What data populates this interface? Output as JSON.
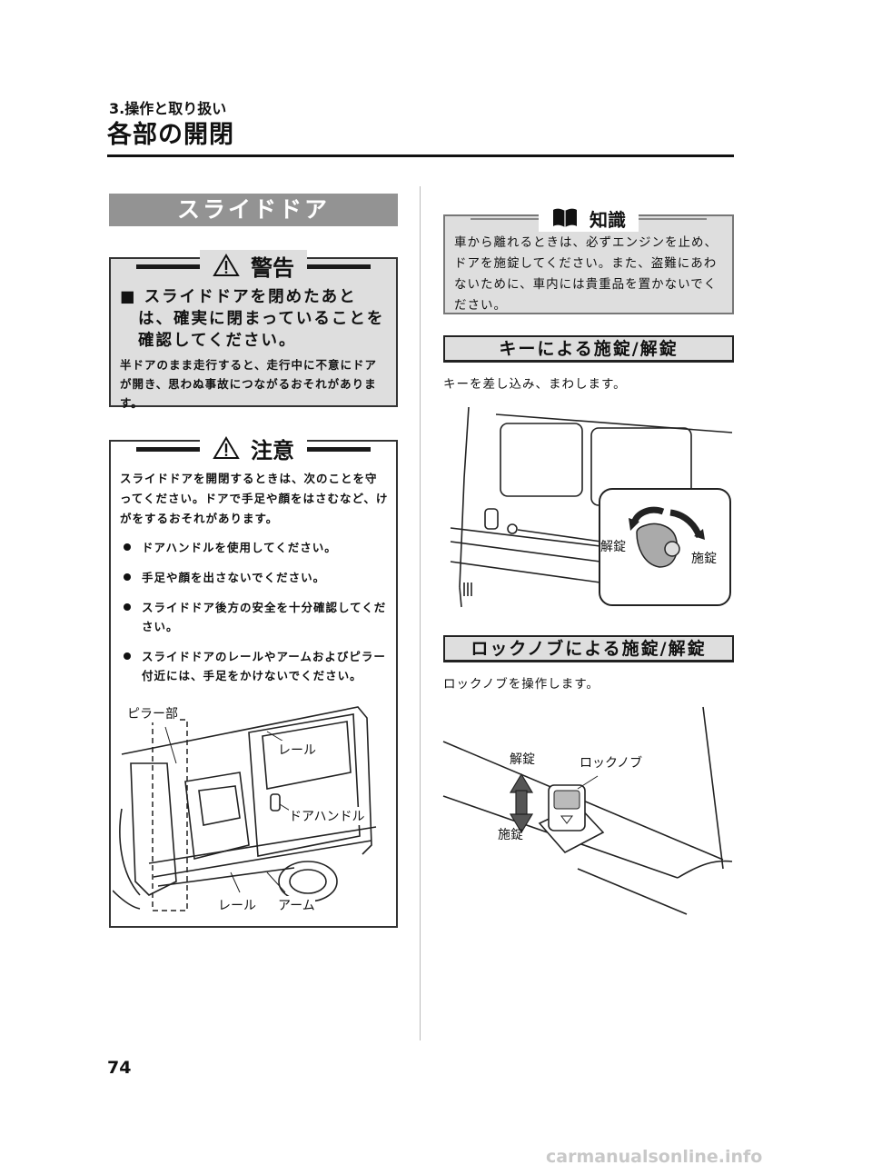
{
  "header": {
    "chapter": "3.操作と取り扱い",
    "section_title": "各部の開閉"
  },
  "slide_door": {
    "banner": "スライドドア",
    "warning": {
      "label": "警告",
      "title": "■ スライドドアを閉めたあとは、確実に閉まっていることを確認してください。",
      "text": "半ドアのまま走行すると、走行中に不意にドアが開き、思わぬ事故につながるおそれがあります。"
    },
    "caution": {
      "label": "注意",
      "intro": "スライドドアを開閉するときは、次のことを守ってください。ドアで手足や顔をはさむなど、けがをするおそれがあります。",
      "bullets": [
        "ドアハンドルを使用してください。",
        "手足や顔を出さないでください。",
        "スライドドア後方の安全を十分確認してください。",
        "スライドドアのレールやアームおよびピラー付近には、手足をかけないでください。"
      ],
      "figure_labels": {
        "pillar": "ピラー部",
        "rail_top": "レール",
        "door_handle": "ドアハンドル",
        "rail_bottom": "レール",
        "arm": "アーム"
      }
    }
  },
  "knowledge": {
    "label": "知識",
    "text": "車から離れるときは、必ずエンジンを止め、ドアを施錠してください。また、盗難にあわないために、車内には貴重品を置かないでください。"
  },
  "key_lock": {
    "banner": "キーによる施錠/解錠",
    "description": "キーを差し込み、まわします。",
    "figure_labels": {
      "unlock": "解錠",
      "lock": "施錠"
    }
  },
  "knob_lock": {
    "banner": "ロックノブによる施錠/解錠",
    "description": "ロックノブを操作します。",
    "figure_labels": {
      "unlock": "解錠",
      "knob": "ロックノブ",
      "lock": "施錠"
    }
  },
  "footer": {
    "page_number": "74",
    "watermark": "carmanualsonline.info"
  }
}
